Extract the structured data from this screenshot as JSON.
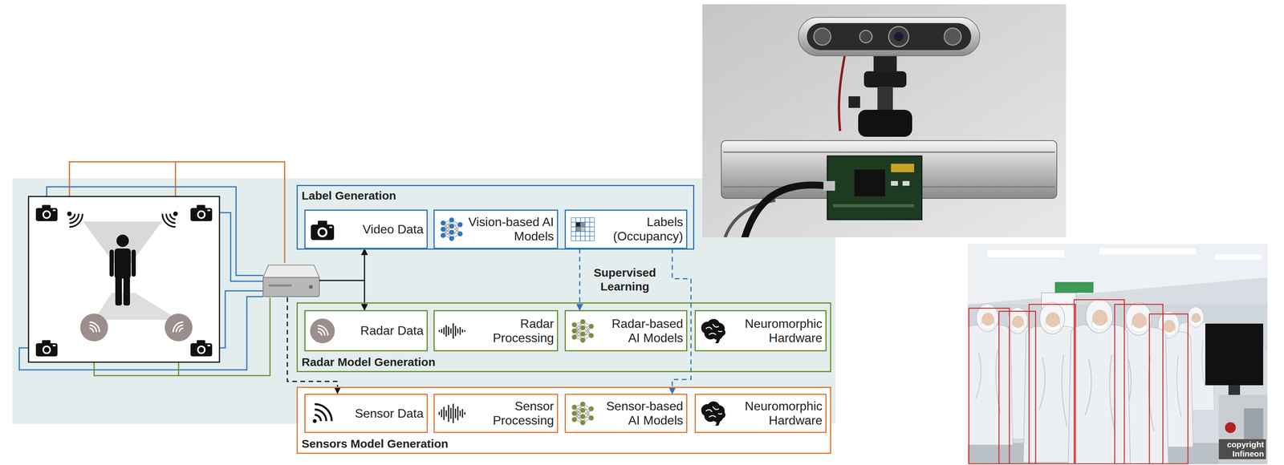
{
  "diagram": {
    "nodes": [
      {
        "text": [
          "Label Generation"
        ]
      },
      {
        "text": [
          "Video Data"
        ],
        "in": 0
      },
      {
        "text": [
          "Vision-based AI Models"
        ],
        "in": 0
      },
      {
        "text": [
          "Labels (Occupancy)"
        ],
        "in": 0
      },
      {
        "text": [
          "Radar Model Generation"
        ]
      },
      {
        "text": [
          "Radar Data"
        ],
        "in": 4
      },
      {
        "text": [
          "Radar Processing"
        ],
        "in": 4
      },
      {
        "text": [
          "Radar-based AI Models"
        ],
        "in": 4
      },
      {
        "text": [
          "Neuromorphic Hardware"
        ],
        "in": 4
      },
      {
        "text": [
          "Sensors Model Generation"
        ]
      },
      {
        "text": [
          "Sensor Data"
        ],
        "in": 9
      },
      {
        "text": [
          "Sensor Processing"
        ],
        "in": 9
      },
      {
        "text": [
          "Sensor-based AI Models"
        ],
        "in": 9
      },
      {
        "text": [
          "Neuromorphic Hardware"
        ],
        "in": 9
      }
    ],
    "edges": [
      {
        "from": 1,
        "to": 5,
        "arrow": "both"
      },
      {
        "from": 3,
        "to": 7,
        "arrow": "to"
      },
      {
        "from": 3,
        "to": 12,
        "arrow": "to"
      }
    ],
    "labels": [
      "Supervised Learning",
      "copyright Infineon"
    ]
  }
}
